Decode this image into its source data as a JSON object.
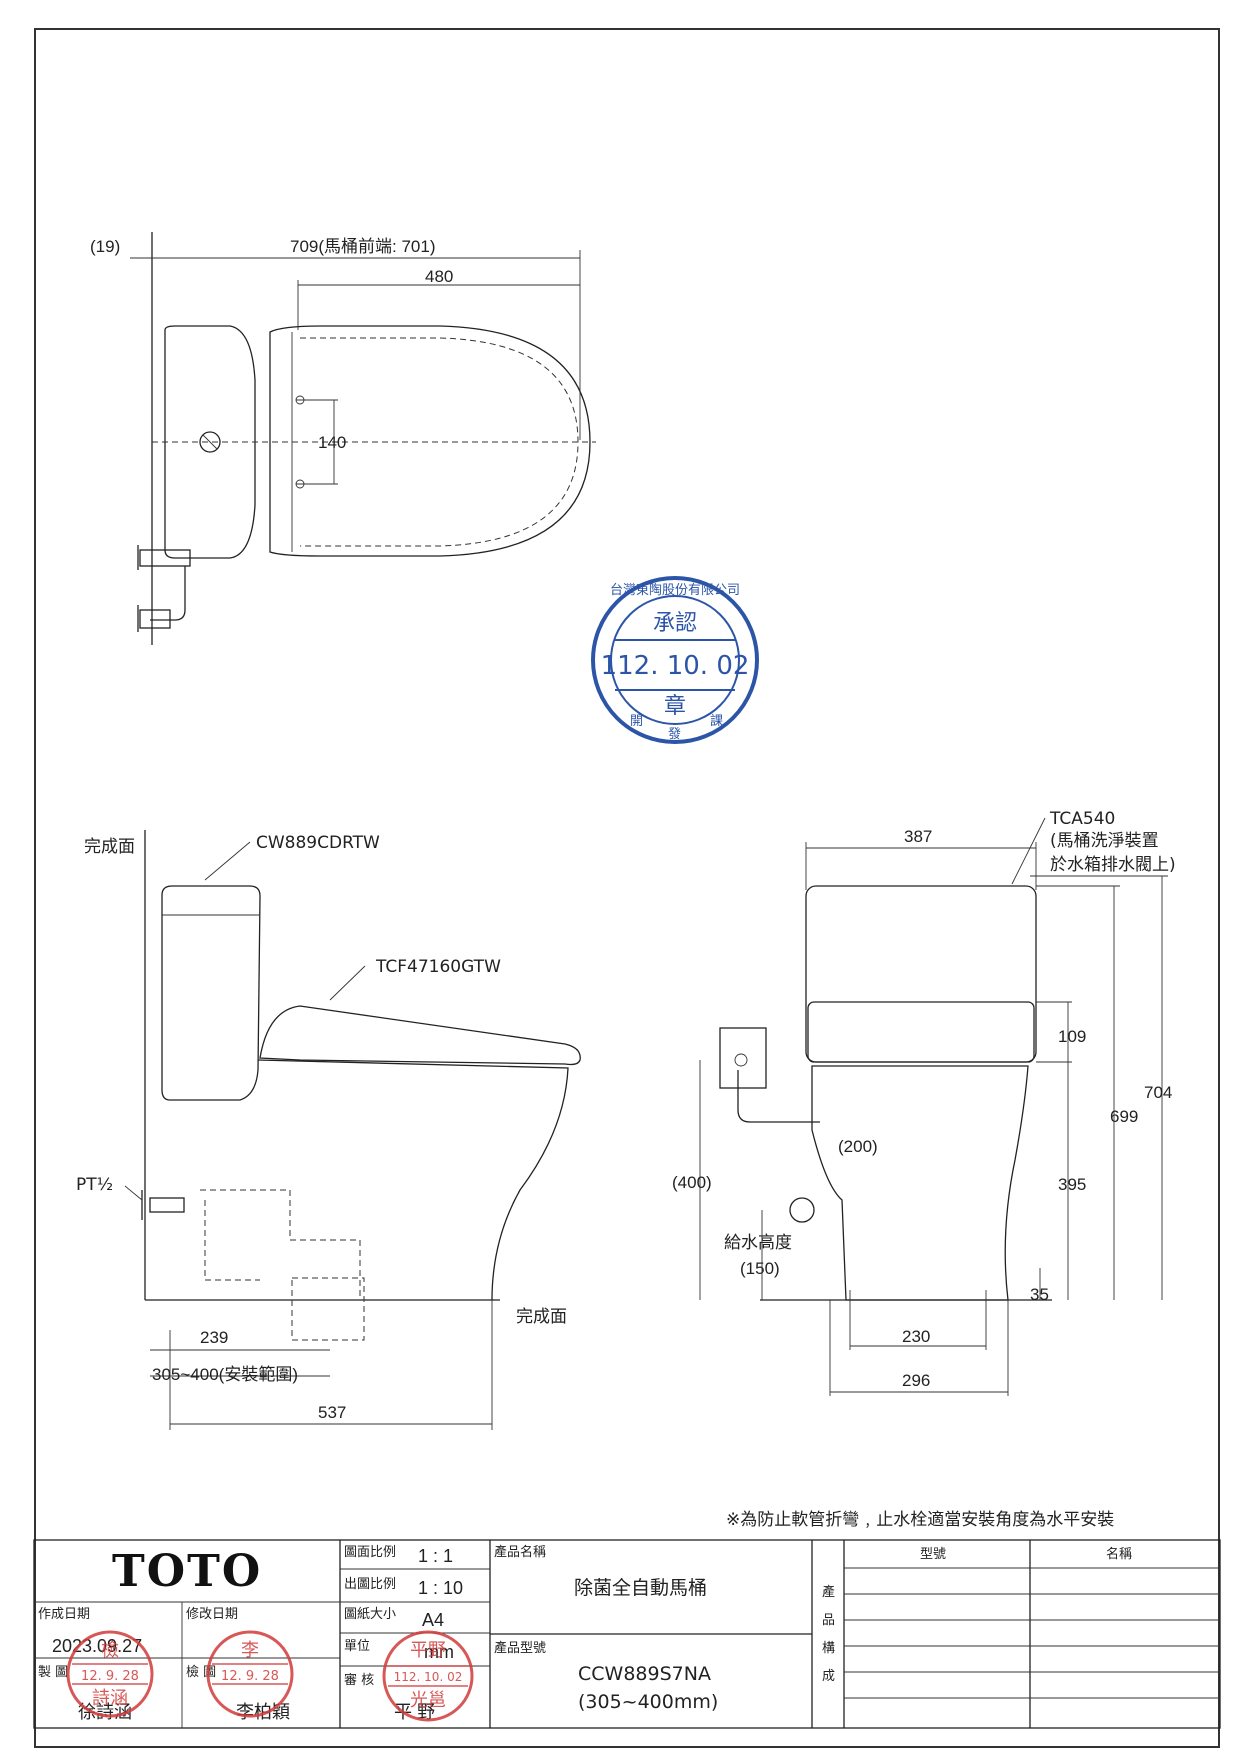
{
  "top_view": {
    "dim_offset": "(19)",
    "dim_total": "709(馬桶前端: 701)",
    "dim_seat": "480",
    "dim_bolt": "140"
  },
  "side_view": {
    "label_finish_wall": "完成面",
    "label_tank_model": "CW889CDRTW",
    "label_seat_model": "TCF47160GTW",
    "label_pipe": "PT½",
    "label_finish_floor": "完成面",
    "dim_239": "239",
    "dim_range": "305~400(安裝範圍)",
    "dim_537": "537"
  },
  "front_view": {
    "label_valve": "TCA540",
    "label_valve_note_1": "(馬桶洗淨裝置",
    "label_valve_note_2": "於水箱排水閥上)",
    "dim_387": "387",
    "dim_109": "109",
    "dim_704": "704",
    "dim_699": "699",
    "dim_200": "(200)",
    "dim_400": "(400)",
    "dim_395": "395",
    "label_supply_height": "給水高度",
    "dim_150": "(150)",
    "dim_35": "35",
    "dim_230": "230",
    "dim_296": "296"
  },
  "approval_stamp": {
    "company": "台灣東陶股份有限公司",
    "title": "承認",
    "date": "112. 10. 02",
    "seal": "章",
    "dept_1": "開",
    "dept_2": "發",
    "dept_3": "課"
  },
  "note": "※為防止軟管折彎﹐止水栓適當安裝角度為水平安裝",
  "title_block": {
    "logo": "TOTO",
    "scale_label": "圖面比例",
    "scale_value": "1 : 1",
    "print_scale_label": "出圖比例",
    "print_scale_value": "1 : 10",
    "paper_label": "圖紙大小",
    "paper_value": "A4",
    "unit_label": "單位",
    "unit_value": "mm",
    "review_label": "審 核",
    "reviewer": "平 野",
    "created_label": "作成日期",
    "created_value": "2023.09.27",
    "revised_label": "修改日期",
    "drawn_label": "製 圖",
    "drawer": "徐詩涵",
    "check_label": "檢 圖",
    "checker": "李柏穎",
    "product_name_label": "產品名稱",
    "product_name": "除菌全自動馬桶",
    "product_model_label": "產品型號",
    "product_model": "CCW889S7NA",
    "product_range": "(305~400mm)",
    "composition_label_1": "產",
    "composition_label_2": "品",
    "composition_label_3": "構",
    "composition_label_4": "成",
    "col_model": "型號",
    "col_name": "名稱"
  },
  "personal_stamps": {
    "check_stamp_1": "檢",
    "check_stamp_name": "詩涵",
    "check_stamp_date": "12. 9. 28",
    "revise_stamp_top": "李",
    "revise_stamp_date": "12. 9. 28",
    "review_stamp_top": "平野",
    "review_stamp_date": "112. 10. 02",
    "review_stamp_name": "光邕"
  }
}
